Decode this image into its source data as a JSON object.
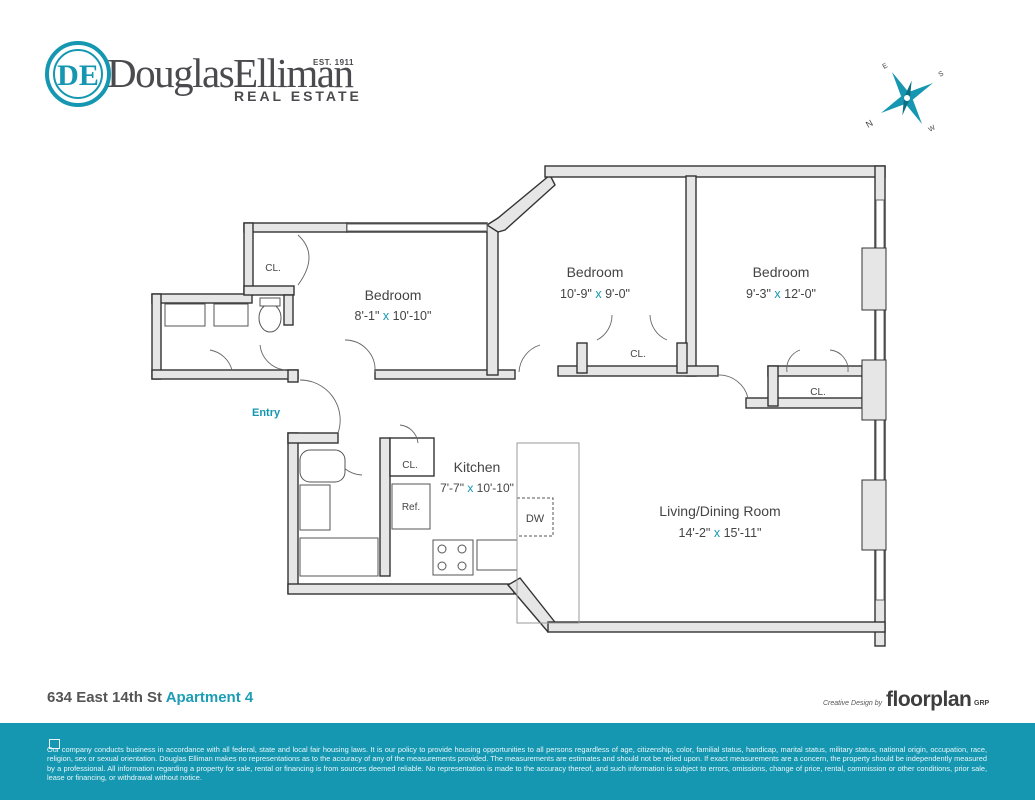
{
  "brand": {
    "logo_initials": "DE",
    "name": "DouglasElliman",
    "est": "EST. 1911",
    "tagline": "REAL ESTATE",
    "accent_color": "#1597b1"
  },
  "compass": {
    "n": "N",
    "e": "E",
    "s": "S",
    "w": "W"
  },
  "rooms": {
    "bedroom1": {
      "name": "Bedroom",
      "dim_a": "8'-1\"",
      "dim_b": "10'-10\""
    },
    "bedroom2": {
      "name": "Bedroom",
      "dim_a": "10'-9\"",
      "dim_b": "9'-0\""
    },
    "bedroom3": {
      "name": "Bedroom",
      "dim_a": "9'-3\"",
      "dim_b": "12'-0\""
    },
    "kitchen": {
      "name": "Kitchen",
      "dim_a": "7'-7\"",
      "dim_b": "10'-10\""
    },
    "living": {
      "name": "Living/Dining Room",
      "dim_a": "14'-2\"",
      "dim_b": "15'-11\""
    }
  },
  "dim_separator": "x",
  "labels": {
    "closet_1": "CL.",
    "closet_2": "CL.",
    "closet_3": "CL.",
    "closet_4": "CL.",
    "entry": "Entry",
    "fridge": "Ref.",
    "dishwasher": "DW"
  },
  "address": {
    "street": "634 East 14th St",
    "unit": "Apartment 4"
  },
  "credit": {
    "prefix": "Creative Design by",
    "brand": "floorplan",
    "suffix": "GRP"
  },
  "disclaimer": "Our company conducts business in accordance with all federal, state and local fair housing laws. It is our policy to provide housing opportunities to all persons regardless of age, citizenship, color, familial status, handicap, marital status, military status, national origin, occupation, race, religion, sex or sexual orientation. Douglas Elliman makes no representations as to the accuracy of any of the measurements provided. The measurements are estimates and should not be relied upon. If exact measurements are a concern, the property should be independently measured by a professional. All information regarding a property for sale, rental or financing is from sources deemed reliable. No representation is made to the accuracy thereof, and such information is subject to errors, omissions, change of price, rental, commission or other conditions, prior sale, lease or financing, or withdrawal without notice."
}
